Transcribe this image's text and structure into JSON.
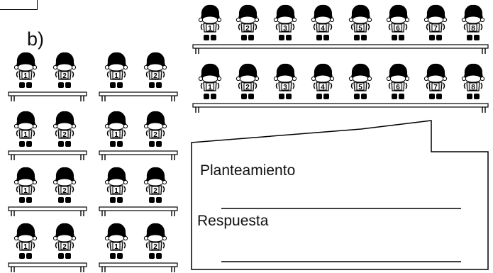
{
  "section_label": "b)",
  "speech_box": {
    "prompt_label": "Planteamiento",
    "answer_label": "Respuesta"
  },
  "top_bench_numbers": [
    "1",
    "2",
    "3",
    "4",
    "5",
    "6",
    "7",
    "8"
  ],
  "second_bench_numbers": [
    "1",
    "2",
    "3",
    "4",
    "5",
    "6",
    "7",
    "8"
  ],
  "small_bench_numbers": [
    "1",
    "2"
  ],
  "small_bench_rows": 4,
  "small_bench_columns": 2,
  "colors": {
    "ink": "#000000",
    "paper": "#ffffff"
  }
}
